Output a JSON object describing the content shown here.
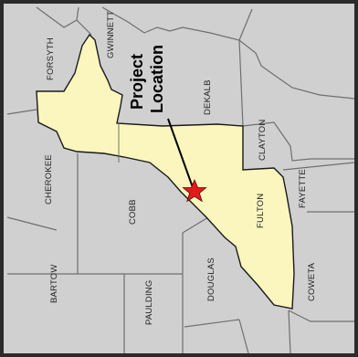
{
  "map": {
    "colors": {
      "background": "#d0d0d0",
      "highlight": "#fbf6be",
      "border": "#6f6f6f",
      "highlight_border": "#1a1a1a",
      "frame": "#2b2b2b",
      "star": "#e11b1b"
    },
    "callout": {
      "line1": "Project",
      "line2": "Location"
    },
    "marker": {
      "icon": "star-icon"
    },
    "counties": {
      "forsyth": "FORSYTH",
      "gwinnett": "GWINNETT",
      "dekalb": "DEKALB",
      "clayton": "CLAYTON",
      "fayette": "FAYETTE",
      "cherokee": "CHEROKEE",
      "cobb": "COBB",
      "fulton": "FULTON",
      "bartow": "BARTOW",
      "paulding": "PAULDING",
      "douglas": "DOUGLAS",
      "coweta": "COWETA"
    }
  }
}
